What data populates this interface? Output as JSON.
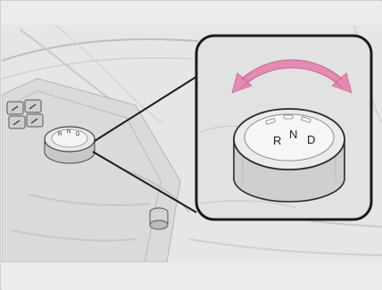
{
  "illustration": {
    "close_up_dial": {
      "positions": [
        "R",
        "N",
        "D"
      ],
      "rotation_arrow_color": "#e58ab2"
    },
    "small_dial": {
      "positions": [
        "R",
        "N",
        "D"
      ]
    }
  },
  "colors": {
    "background": "#ececec",
    "panel": "#e2e2e2",
    "console": "#d9d9d9",
    "outline": "#2b2b2b",
    "arrow": "#e58ab2"
  }
}
